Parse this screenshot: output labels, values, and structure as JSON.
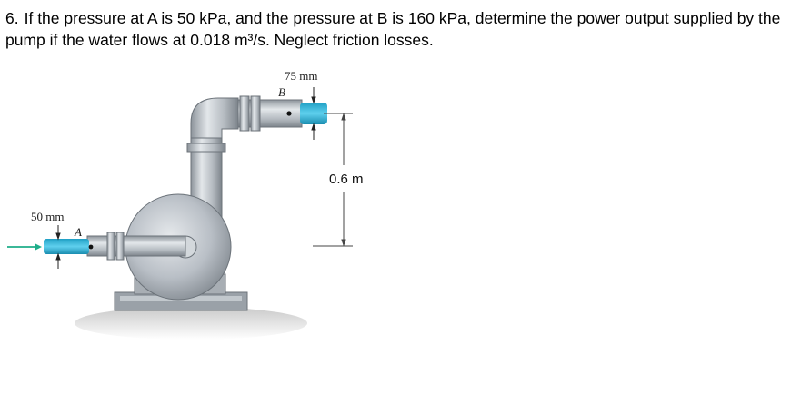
{
  "problem": {
    "number": "6.",
    "text": "If the pressure at A is 50 kPa, and the pressure at B is 160 kPa, determine the power output supplied by the pump if the water flows at 0.018 m³/s. Neglect friction losses."
  },
  "figure": {
    "outlet_diameter_label": "75 mm",
    "outlet_point_label": "B",
    "inlet_diameter_label": "50 mm",
    "inlet_point_label": "A",
    "height_label": "0.6 m"
  },
  "colors": {
    "water": "#38b8d8",
    "flow_arrow": "#1fae8a",
    "pump_metal": "#b9bfc6",
    "ground": "#d4d4d4"
  }
}
